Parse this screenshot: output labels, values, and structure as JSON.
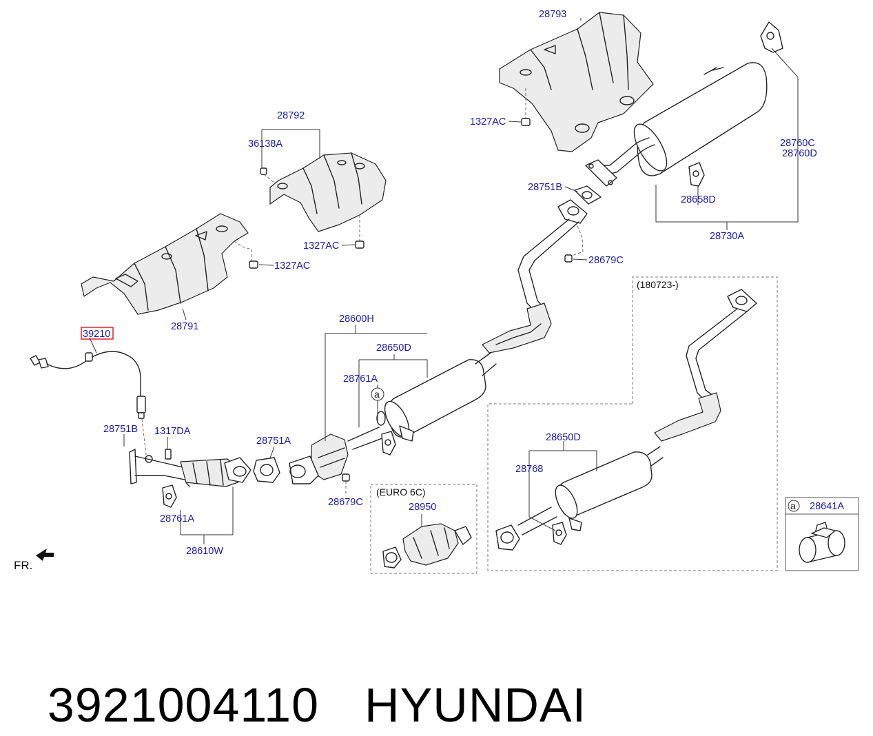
{
  "labels": {
    "p28793": "28793",
    "p28792": "28792",
    "p36138A": "36138A",
    "p1327AC_top": "1327AC",
    "p1327AC_mid": "1327AC",
    "p1327AC_left": "1327AC",
    "p28791": "28791",
    "p28760C": "28760C",
    "p28760D": "28760D",
    "p28751B_top": "28751B",
    "p28658D": "28658D",
    "p28730A": "28730A",
    "p28679C_top": "28679C",
    "p39210": "39210",
    "p28600H": "28600H",
    "p28650D_main": "28650D",
    "p28761A_main": "28761A",
    "p28751B_left": "28751B",
    "p1317DA": "1317DA",
    "p28751A": "28751A",
    "p28679C_bottom": "28679C",
    "p28761A_bottom": "28761A",
    "p28610W": "28610W",
    "p28950": "28950",
    "p28650D_alt": "28650D",
    "p28768": "28768",
    "p28641A": "28641A"
  },
  "annotations": {
    "euro6c": "(EURO 6C)",
    "date_range": "(180723-)",
    "callout_a_main": "a",
    "callout_a_box": "a",
    "front_marker": "FR."
  },
  "footer": {
    "part_number": "3921004110",
    "brand": "HYUNDAI"
  },
  "colors": {
    "label_text": "#1a1aa6",
    "highlight_box": "#e0202a",
    "line_art": "#222222"
  }
}
